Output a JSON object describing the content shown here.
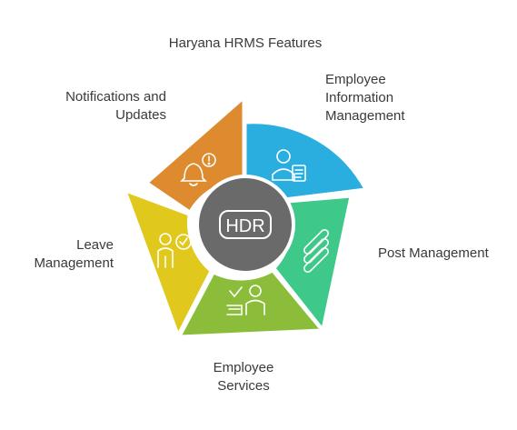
{
  "title": "Haryana HRMS Features",
  "center_label": "HDR",
  "colors": {
    "center_fill": "#6a6a6a",
    "center_ring": "#ffffff",
    "icon_stroke": "#ffffff"
  },
  "segments": [
    {
      "id": "employee-information-management",
      "label_lines": [
        "Employee",
        "Information",
        "Management"
      ],
      "color": "#2aaee0",
      "icon": "employee-document-icon"
    },
    {
      "id": "post-management",
      "label_lines": [
        "Post Management"
      ],
      "color": "#3ec98a",
      "icon": "stack-icon"
    },
    {
      "id": "employee-services",
      "label_lines": [
        "Employee",
        "Services"
      ],
      "color": "#8bbd3a",
      "icon": "service-people-icon"
    },
    {
      "id": "leave-management",
      "label_lines": [
        "Leave",
        "Management"
      ],
      "color": "#e1c81c",
      "icon": "leave-person-icon"
    },
    {
      "id": "notifications-and-updates",
      "label_lines": [
        "Notifications and",
        "Updates"
      ],
      "color": "#de8a2e",
      "icon": "alert-bell-icon"
    }
  ]
}
